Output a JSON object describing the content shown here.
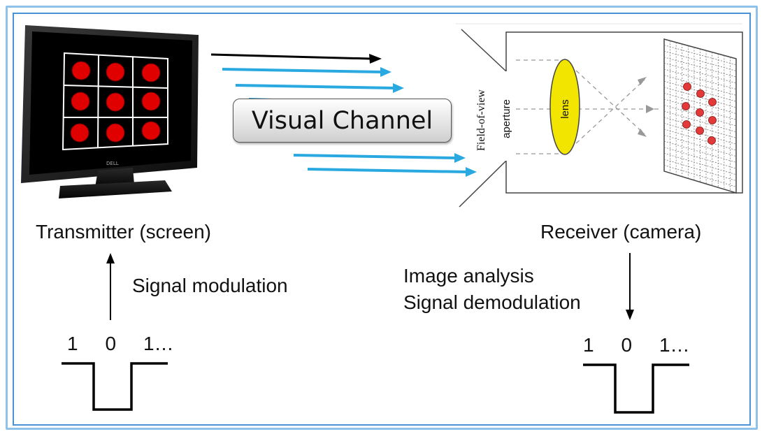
{
  "transmitter": {
    "label": "Transmitter (screen)",
    "modulation_label": "Signal modulation",
    "bits": "1     0     1…",
    "monitor_brand": "DELL",
    "dot_color": "#e00000"
  },
  "channel": {
    "label": "Visual Channel",
    "ray_color": "#2aa9e0"
  },
  "receiver": {
    "label": "Receiver (camera)",
    "analysis_label": "Image analysis",
    "demodulation_label": "Signal demodulation",
    "bits": "1     0     1…"
  },
  "camera": {
    "fov_label": "Field-of-view",
    "aperture_label": "aperture",
    "lens_label": "lens",
    "lens_color": "#f2e600"
  },
  "frame_color": "#4a92d8"
}
